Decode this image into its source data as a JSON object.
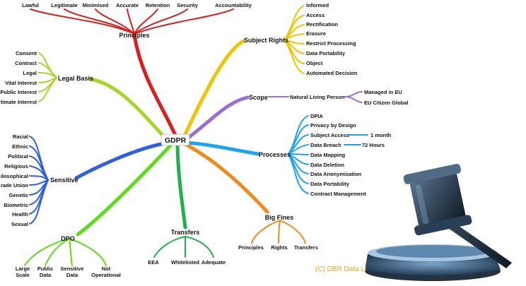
{
  "root": "GDPR",
  "principles": {
    "title": "Principles",
    "items": [
      "Lawful",
      "Legitimate",
      "Minimised",
      "Accurate",
      "Retention",
      "Security",
      "Accountability"
    ]
  },
  "subject_rights": {
    "title": "Subject Rights",
    "items": [
      "Informed",
      "Access",
      "Rectification",
      "Erasure",
      "Restrict Processing",
      "Data Portability",
      "Object",
      "Automated Decision"
    ]
  },
  "legal_basis": {
    "title": "Legal Basis",
    "items": [
      "Consent",
      "Contract",
      "Legal",
      "Vital Interest",
      "Public Interest",
      "timate Interest"
    ]
  },
  "scope": {
    "title": "Scope",
    "item": "Natural Living Person",
    "sub_items": [
      "Managed in EU",
      "EU Citizen Global"
    ]
  },
  "processes": {
    "title": "Processes",
    "items": [
      "DPIA",
      "Privacy by Design",
      "Subject Access",
      "Data Breach",
      "Data Mapping",
      "Data Deletion",
      "Data Anonymisation",
      "Data Portability",
      "Contract Management"
    ],
    "subject_access_detail": "1 month",
    "data_breach_detail": "72 Hours"
  },
  "sensitive": {
    "title": "Sensitive",
    "items": [
      "Racial",
      "Ethnic",
      "Political",
      "Religious",
      "ilosophical",
      "rade Union",
      "Genetic",
      "Biometric",
      "Health",
      "Sexual"
    ]
  },
  "dpo": {
    "title": "DPO",
    "items": [
      {
        "line1": "Large",
        "line2": "Scale"
      },
      {
        "line1": "Public",
        "line2": "Data"
      },
      {
        "line1": "Sensitive",
        "line2": "Data"
      },
      {
        "line1": "Not",
        "line2": "Operational"
      }
    ]
  },
  "transfers": {
    "title": "Transfers",
    "items": [
      "EEA",
      "Whitelisted",
      "Adequate"
    ]
  },
  "big_fines": {
    "title": "Big Fines",
    "items": [
      "Principles",
      "Rights",
      "Transfers"
    ]
  },
  "watermark": "(C) DBR Data Li",
  "colors": {
    "principles": "#d81e1e",
    "subject_rights": "#f2c300",
    "legal_basis": "#a6d62c",
    "scope": "#9b6fd1",
    "processes": "#1ea4ee",
    "sensitive": "#2e5fe0",
    "dpo": "#5edb1a",
    "transfers": "#22b04a",
    "big_fines": "#f08a1c",
    "watermark": "#e3a823"
  }
}
